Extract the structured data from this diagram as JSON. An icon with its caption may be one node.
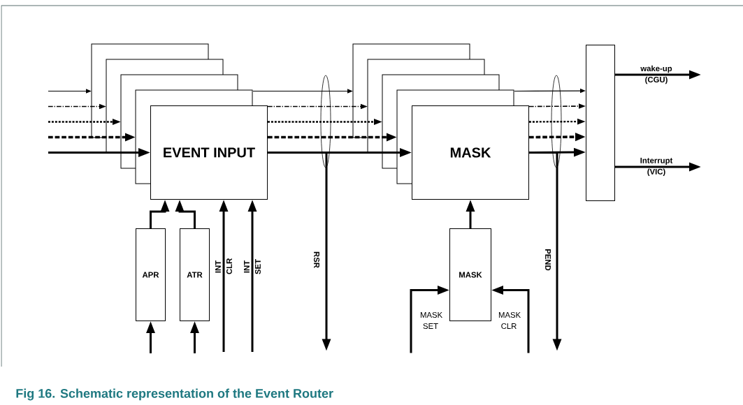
{
  "diagram": {
    "caption": "Fig 16. Schematic representation of the Event Router",
    "nodes": [
      {
        "text": [
          "EVENT INPUT"
        ]
      },
      {
        "text": [
          "MASK"
        ]
      },
      {
        "text": [],
        "shape": "box"
      },
      {
        "text": [
          "APR"
        ]
      },
      {
        "text": [
          "ATR"
        ]
      },
      {
        "text": [
          "MASK"
        ]
      }
    ],
    "edges": [
      {
        "from": null,
        "to": 0,
        "arrow": "to"
      },
      {
        "from": null,
        "to": 0,
        "arrow": "to",
        "style": "dashed"
      },
      {
        "from": null,
        "to": 0,
        "arrow": "to",
        "style": "dashed"
      },
      {
        "from": null,
        "to": 0,
        "arrow": "to",
        "style": "dashed"
      },
      {
        "from": null,
        "to": 0,
        "arrow": "to"
      },
      {
        "from": 0,
        "to": 1,
        "arrow": "to"
      },
      {
        "from": 0,
        "to": 1,
        "arrow": "to",
        "style": "dashed"
      },
      {
        "from": 0,
        "to": 1,
        "arrow": "to",
        "style": "dashed"
      },
      {
        "from": 0,
        "to": 1,
        "arrow": "to",
        "style": "dashed"
      },
      {
        "from": 0,
        "to": 1,
        "arrow": "to"
      },
      {
        "from": 1,
        "to": 2,
        "arrow": "to"
      },
      {
        "from": 1,
        "to": 2,
        "arrow": "to",
        "style": "dashed"
      },
      {
        "from": 1,
        "to": 2,
        "arrow": "to",
        "style": "dashed"
      },
      {
        "from": 1,
        "to": 2,
        "arrow": "to",
        "style": "dashed"
      },
      {
        "from": 1,
        "to": 2,
        "arrow": "to"
      },
      {
        "from": 2,
        "to": null,
        "arrow": "to",
        "label": "wake-up (CGU)"
      },
      {
        "from": 2,
        "to": null,
        "arrow": "to",
        "label": "Interrupt (VIC)"
      },
      {
        "from": 0,
        "to": null,
        "arrow": "to",
        "label": "RSR"
      },
      {
        "from": 1,
        "to": null,
        "arrow": "to",
        "label": "PEND"
      },
      {
        "from": 3,
        "to": 0,
        "arrow": "to"
      },
      {
        "from": 4,
        "to": 0,
        "arrow": "to"
      },
      {
        "from": null,
        "to": 3,
        "arrow": "to"
      },
      {
        "from": null,
        "to": 4,
        "arrow": "to"
      },
      {
        "from": null,
        "to": 0,
        "arrow": "to",
        "label": "INT CLR"
      },
      {
        "from": null,
        "to": 0,
        "arrow": "to",
        "label": "INT SET"
      },
      {
        "from": 5,
        "to": 1,
        "arrow": "to"
      },
      {
        "from": null,
        "to": 5,
        "arrow": "to",
        "label": "MASK SET"
      },
      {
        "from": null,
        "to": 5,
        "arrow": "to",
        "label": "MASK CLR"
      }
    ]
  }
}
